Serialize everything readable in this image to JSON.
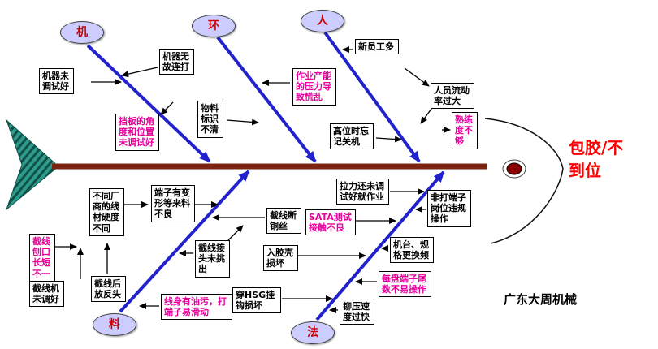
{
  "effect": {
    "text": "包胶/不到位"
  },
  "brand": {
    "text": "广东大周机械"
  },
  "colors": {
    "spine": "#7B2310",
    "branch_arrow_blue": "#2222CC",
    "emphasis_magenta": "#E8009C",
    "category_fill": "#CCCCFF",
    "category_text_red": "#CC0000",
    "effect_text_red": "#FF0000",
    "tail_teal": "#2E9C8C",
    "eye_dark_red": "#8B0000"
  },
  "categories": [
    {
      "id": "machine",
      "label": "机"
    },
    {
      "id": "environment",
      "label": "环"
    },
    {
      "id": "people",
      "label": "人"
    },
    {
      "id": "material",
      "label": "料"
    },
    {
      "id": "method",
      "label": "法"
    }
  ],
  "causes": [
    {
      "id": "machine-not-debugged",
      "text": "机器未调试好",
      "emphasis": false
    },
    {
      "id": "machine-misfires",
      "text": "机器无故连打",
      "emphasis": false
    },
    {
      "id": "baffle-angle-position",
      "text": "挡板的角度和位置未调试好",
      "emphasis": true
    },
    {
      "id": "material-label-unclear",
      "text": "物料标识不清",
      "emphasis": false
    },
    {
      "id": "production-pressure-panic",
      "text": "作业产能的压力导致慌乱",
      "emphasis": true
    },
    {
      "id": "many-new-employees",
      "text": "新员工多",
      "emphasis": false
    },
    {
      "id": "high-turnover",
      "text": "人员流动率过大",
      "emphasis": false
    },
    {
      "id": "forget-shutdown",
      "text": "高位时忘记关机",
      "emphasis": false
    },
    {
      "id": "insufficient-proficiency",
      "text": "熟练度不够",
      "emphasis": true
    },
    {
      "id": "wire-hardness-varies",
      "text": "不同厂商的线材硬度不同",
      "emphasis": false
    },
    {
      "id": "terminal-deformation",
      "text": "端子有变形等来料不良",
      "emphasis": false
    },
    {
      "id": "cut-length-uneven",
      "text": "截线刨口长短不一",
      "emphasis": true
    },
    {
      "id": "cutter-not-adjusted",
      "text": "截线机未调好",
      "emphasis": false
    },
    {
      "id": "reversed-after-cut",
      "text": "截线后放反头",
      "emphasis": false
    },
    {
      "id": "oily-wire-slips",
      "text": "线身有油污，打端子易滑动",
      "emphasis": true
    },
    {
      "id": "cut-joint-not-removed",
      "text": "截线接头未挑出",
      "emphasis": false
    },
    {
      "id": "cut-broken-copper",
      "text": "截线断铜丝",
      "emphasis": false
    },
    {
      "id": "tension-not-debugged",
      "text": "拉力还未调试好就作业",
      "emphasis": false
    },
    {
      "id": "sata-contact-poor",
      "text": "SATA测试接触不良",
      "emphasis": true
    },
    {
      "id": "housing-damaged",
      "text": "入胶壳损坏",
      "emphasis": false
    },
    {
      "id": "hsg-hook-damaged",
      "text": "穿HSG挂钩损坏",
      "emphasis": false
    },
    {
      "id": "crimp-speed-fast",
      "text": "铆压速度过快",
      "emphasis": false
    },
    {
      "id": "non-terminal-violation",
      "text": "非打端子岗位违规操作",
      "emphasis": false
    },
    {
      "id": "frequent-changeover",
      "text": "机台、规格更换频",
      "emphasis": false
    },
    {
      "id": "tray-tail-count",
      "text": "每盘端子尾数不易操作",
      "emphasis": true
    }
  ]
}
